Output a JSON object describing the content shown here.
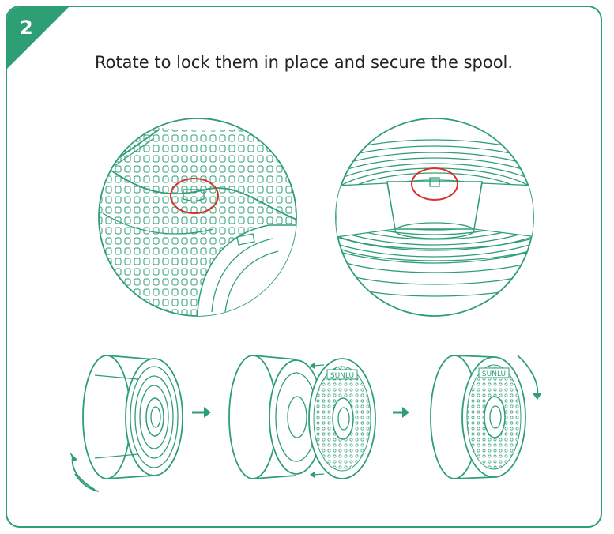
{
  "step": {
    "number": "2"
  },
  "instruction": {
    "text": "Rotate to lock them in place and secure the spool."
  },
  "spool_label": "SUNLU",
  "colors": {
    "accent": "#2e9e74",
    "highlight": "#d8302a",
    "text": "#222222"
  },
  "icons": [
    "step-badge-icon",
    "arrow-right-icon",
    "rotate-arrow-icon",
    "insert-arrow-icon"
  ]
}
